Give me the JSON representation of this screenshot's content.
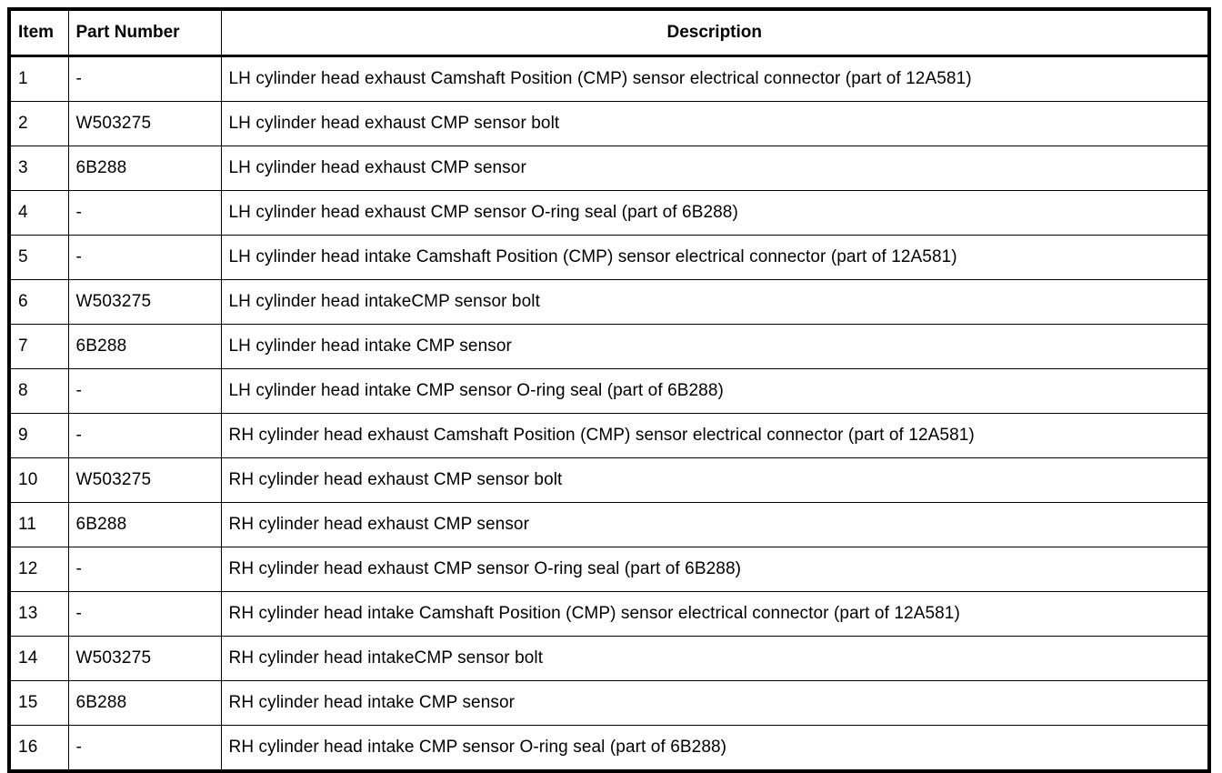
{
  "table": {
    "columns": [
      {
        "key": "item",
        "label": "Item",
        "align": "left"
      },
      {
        "key": "part_number",
        "label": "Part Number",
        "align": "left"
      },
      {
        "key": "description",
        "label": "Description",
        "align": "center"
      }
    ],
    "rows": [
      {
        "item": "1",
        "part_number": "-",
        "description": "LH cylinder head exhaust Camshaft Position (CMP) sensor electrical connector (part of 12A581)"
      },
      {
        "item": "2",
        "part_number": "W503275",
        "description": "LH cylinder head exhaust CMP sensor bolt"
      },
      {
        "item": "3",
        "part_number": "6B288",
        "description": "LH cylinder head exhaust CMP sensor"
      },
      {
        "item": "4",
        "part_number": "-",
        "description": "LH cylinder head exhaust CMP sensor O-ring seal (part of 6B288)"
      },
      {
        "item": "5",
        "part_number": "-",
        "description": "LH cylinder head intake Camshaft Position (CMP) sensor electrical connector (part of 12A581)"
      },
      {
        "item": "6",
        "part_number": "W503275",
        "description": "LH cylinder head intakeCMP sensor bolt"
      },
      {
        "item": "7",
        "part_number": "6B288",
        "description": "LH cylinder head intake CMP sensor"
      },
      {
        "item": "8",
        "part_number": "-",
        "description": "LH cylinder head intake CMP sensor O-ring seal (part of 6B288)"
      },
      {
        "item": "9",
        "part_number": "-",
        "description": "RH cylinder head exhaust Camshaft Position (CMP) sensor electrical connector (part of 12A581)"
      },
      {
        "item": "10",
        "part_number": "W503275",
        "description": "RH cylinder head exhaust CMP sensor bolt"
      },
      {
        "item": "11",
        "part_number": "6B288",
        "description": "RH cylinder head exhaust CMP sensor"
      },
      {
        "item": "12",
        "part_number": "-",
        "description": "RH cylinder head exhaust CMP sensor O-ring seal (part of 6B288)"
      },
      {
        "item": "13",
        "part_number": "-",
        "description": "RH cylinder head intake Camshaft Position (CMP) sensor electrical connector (part of 12A581)"
      },
      {
        "item": "14",
        "part_number": "W503275",
        "description": "RH cylinder head intakeCMP sensor bolt"
      },
      {
        "item": "15",
        "part_number": "6B288",
        "description": "RH cylinder head intake CMP sensor"
      },
      {
        "item": "16",
        "part_number": "-",
        "description": "RH cylinder head intake CMP sensor O-ring seal (part of 6B288)"
      }
    ]
  },
  "colors": {
    "border": "#000000",
    "text": "#000000",
    "background": "#ffffff"
  }
}
